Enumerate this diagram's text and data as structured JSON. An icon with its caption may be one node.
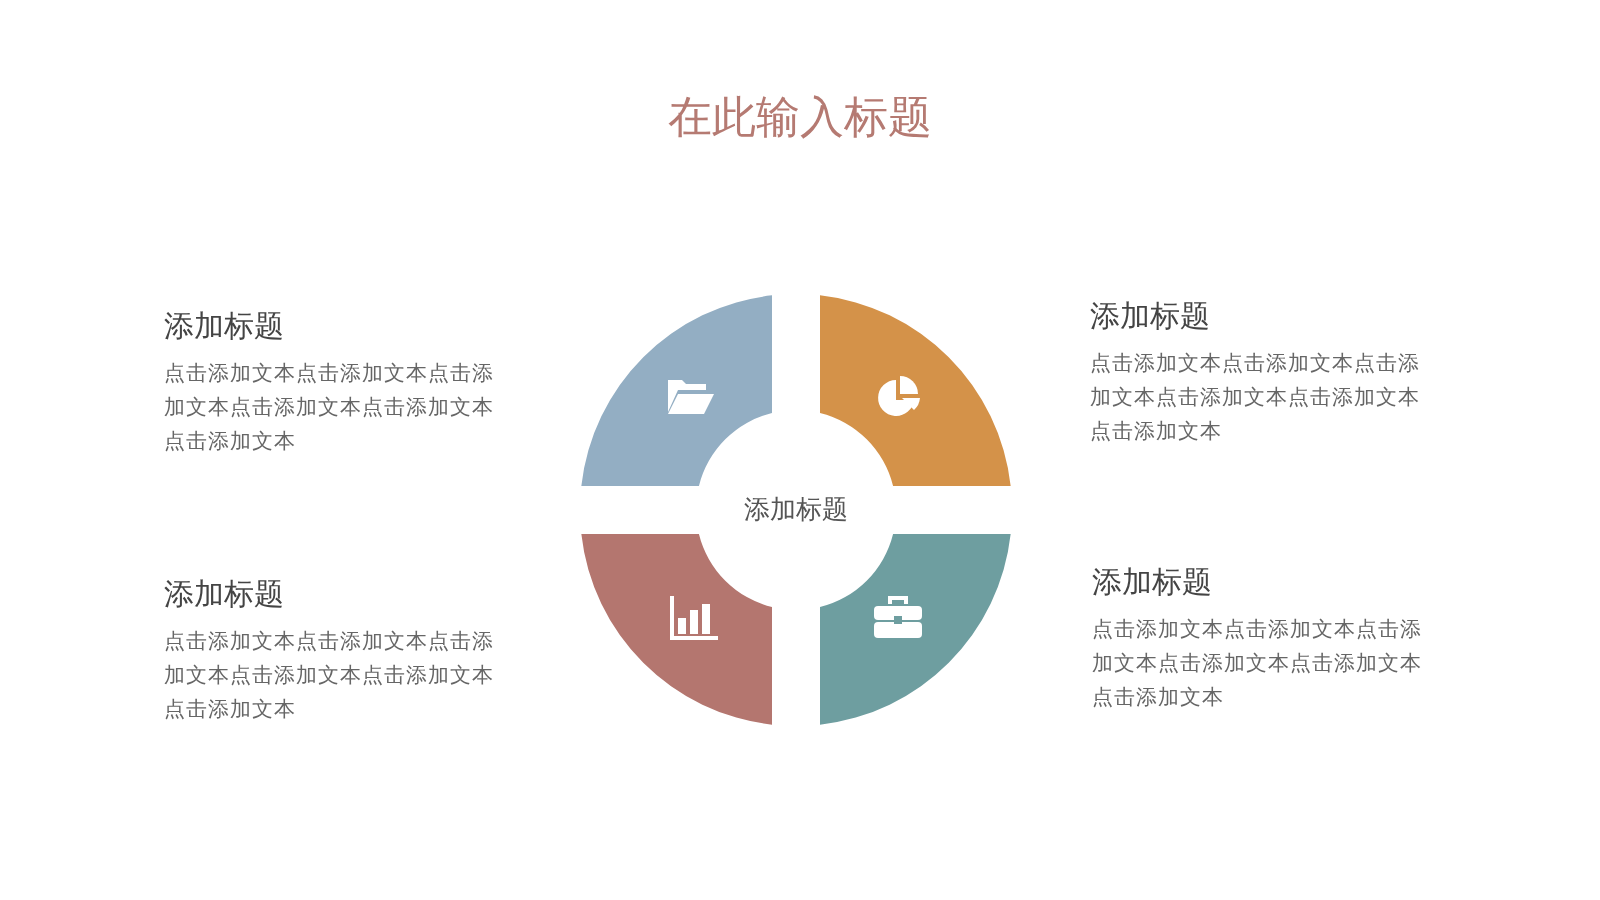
{
  "diagram": {
    "title": "在此输入标题",
    "nodes": [
      {
        "text": [
          "添加标题"
        ]
      }
    ],
    "labels": [
      "添加标题",
      "点击添加文本点击添加文本点击添加文本点击添加文本点击添加文本点击添加文本",
      "添加标题",
      "点击添加文本点击添加文本点击添加文本点击添加文本点击添加文本点击添加文本",
      "添加标题",
      "点击添加文本点击添加文本点击添加文本点击添加文本点击添加文本点击添加文本",
      "添加标题",
      "点击添加文本点击添加文本点击添加文本点击添加文本点击添加文本点击添加文本"
    ]
  }
}
